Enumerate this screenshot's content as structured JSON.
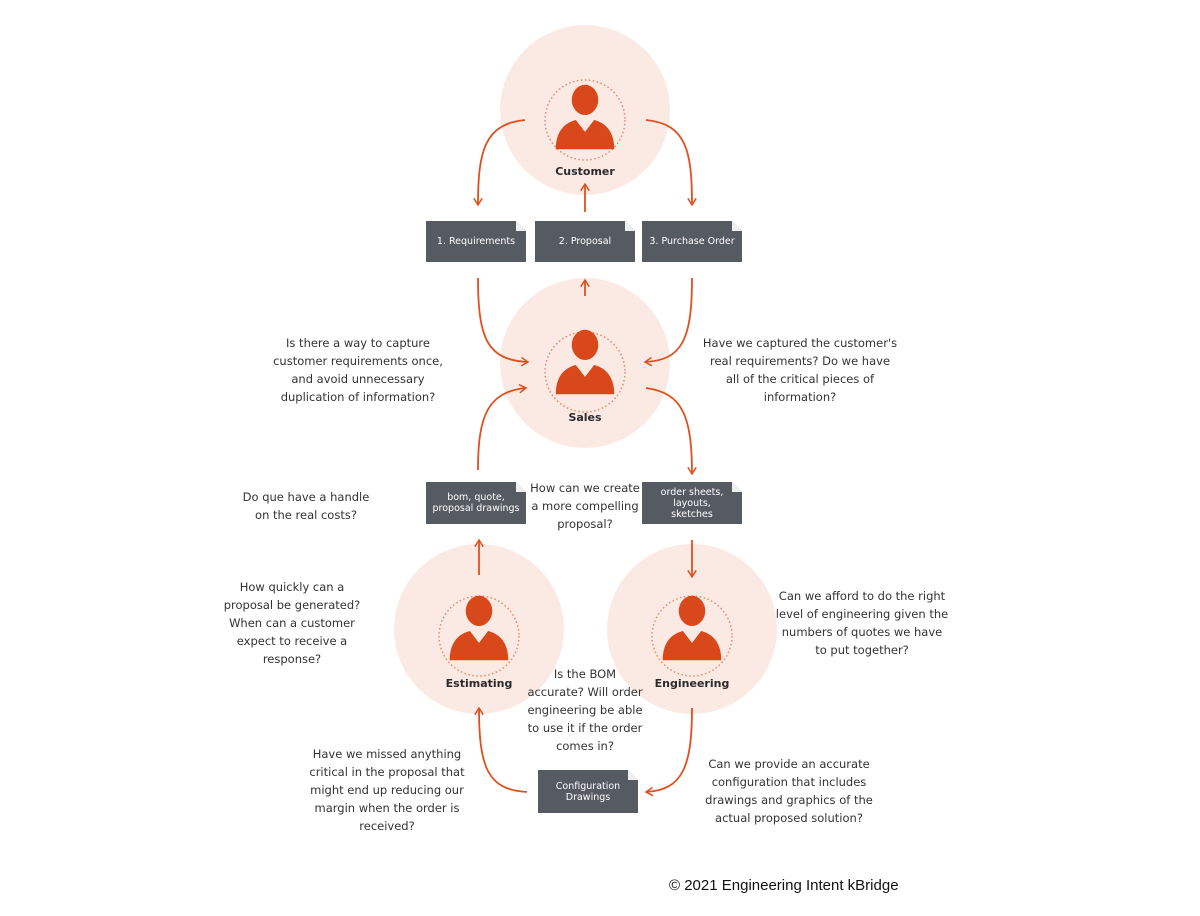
{
  "colors": {
    "accent": "#E0501E",
    "circle_bg": "#FBEAE4",
    "doc_bg": "#565A61"
  },
  "roles": {
    "customer": "Customer",
    "sales": "Sales",
    "estimating": "Estimating",
    "engineering": "Engineering"
  },
  "documents": {
    "requirements": "1. Requirements",
    "proposal": "2. Proposal",
    "purchase_order": "3. Purchase Order",
    "bom": [
      "bom, quote,",
      "proposal drawings"
    ],
    "order_sheets": [
      "order sheets,",
      "layouts,",
      "sketches"
    ],
    "config": [
      "Configuration",
      "Drawings"
    ]
  },
  "questions": {
    "capture": [
      "Is there a way to capture",
      "customer requirements once,",
      "and avoid unnecessary",
      "duplication of information?"
    ],
    "captured": [
      "Have we captured the customer's",
      "real requirements? Do we have",
      "all of the critical pieces of",
      "information?"
    ],
    "costs": [
      "Do que have a handle",
      "on the real costs?"
    ],
    "compelling": [
      "How can we create",
      "a more compelling",
      "proposal?"
    ],
    "quickly": [
      "How quickly can a",
      "proposal be generated?",
      "When can a customer",
      "expect to receive a",
      "response?"
    ],
    "afford": [
      "Can we afford to do the right",
      "level of engineering given the",
      "numbers of quotes we have",
      "to put together?"
    ],
    "bom_accurate": [
      "Is the BOM",
      "accurate? Will order",
      "engineering be able",
      "to use it if the order",
      "comes in?"
    ],
    "missed": [
      "Have we missed anything",
      "critical in the proposal that",
      "might end up reducing our",
      "margin when the order is",
      "received?"
    ],
    "accurate_config": [
      "Can we provide an accurate",
      "configuration that includes",
      "drawings and graphics of the",
      "actual proposed solution?"
    ]
  },
  "footer": {
    "copyright": "© 2021 Engineering Intent kBridge"
  }
}
